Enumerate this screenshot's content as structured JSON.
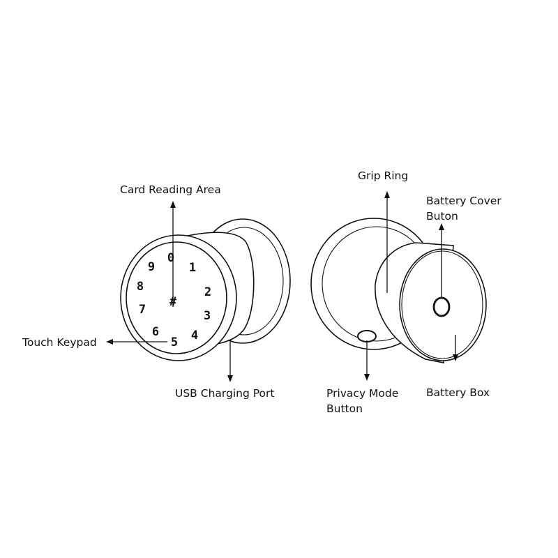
{
  "labels": {
    "card_reading_area": "Card Reading Area",
    "touch_keypad": "Touch Keypad",
    "usb_charging_port": "USB Charging Port",
    "grip_ring": "Grip Ring",
    "battery_cover_button_line1": "Battery Cover",
    "battery_cover_button_line2": "Buton",
    "privacy_mode_button_line1": "Privacy Mode",
    "privacy_mode_button_line2": "Button",
    "battery_box": "Battery Box"
  },
  "keypad": {
    "k0": "0",
    "k1": "1",
    "k2": "2",
    "k3": "3",
    "k4": "4",
    "k5": "5",
    "k6": "6",
    "k7": "7",
    "k8": "8",
    "k9": "9",
    "hash": "#"
  }
}
